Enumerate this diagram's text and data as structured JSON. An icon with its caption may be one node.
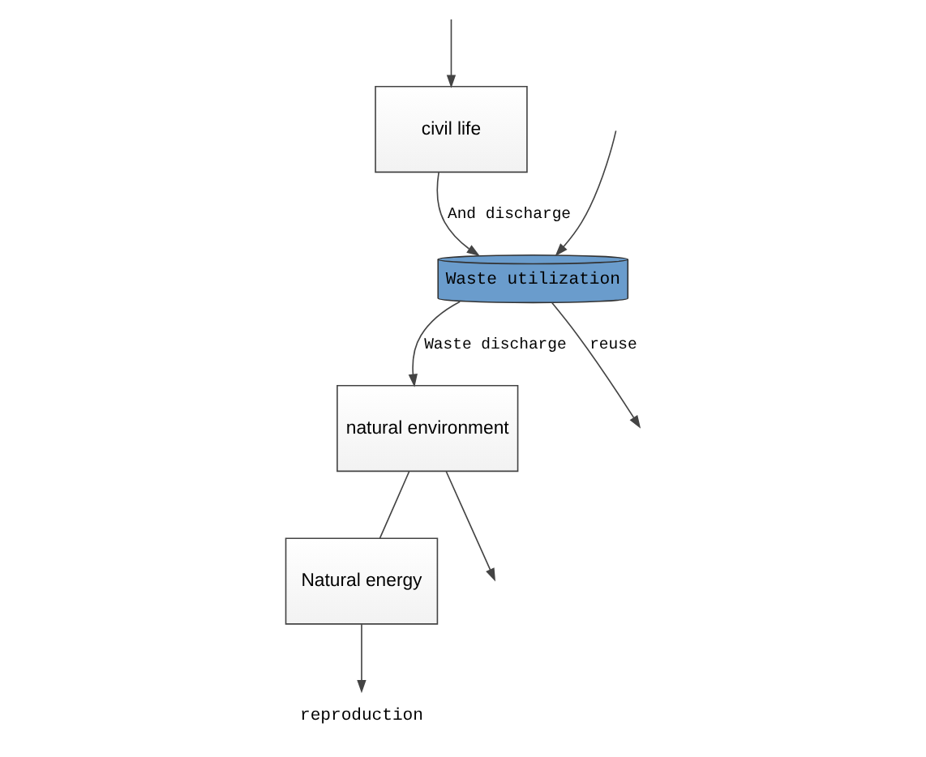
{
  "diagram": {
    "nodes": [
      {
        "text": [
          "Waste utilization"
        ]
      },
      {
        "text": [
          "natural environment"
        ]
      },
      {
        "text": [
          "civil life"
        ]
      },
      {
        "text": [
          "Natural energy"
        ]
      },
      {
        "text": [
          "reproduction"
        ]
      }
    ],
    "edges": [
      {
        "from": 0,
        "to": 1,
        "arrow": "to",
        "label": "Waste discharge"
      },
      {
        "from": 2,
        "to": 0,
        "arrow": "to",
        "label": "And discharge"
      },
      {
        "from": 0,
        "to": null,
        "arrow": "to",
        "label": "reuse"
      },
      {
        "from": null,
        "to": 0,
        "arrow": "to"
      },
      {
        "from": 1,
        "to": null,
        "arrow": "to"
      },
      {
        "from": null,
        "to": 2,
        "arrow": "to"
      },
      {
        "from": 3,
        "to": 4,
        "arrow": "to"
      },
      {
        "from": 1,
        "to": 3,
        "arrow": "none"
      }
    ]
  }
}
